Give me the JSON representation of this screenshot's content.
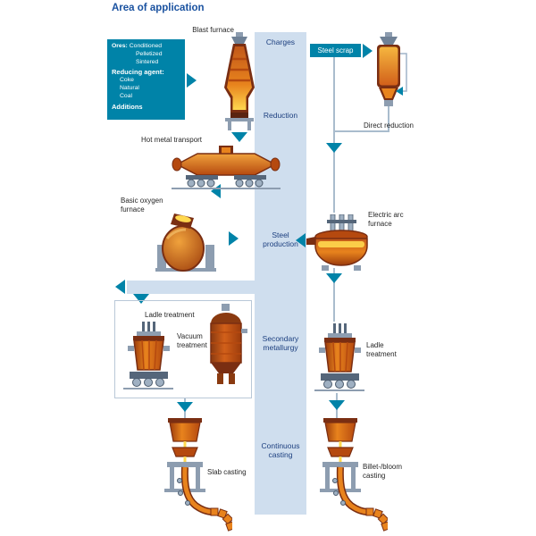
{
  "title": "Area of application",
  "colors": {
    "accent_blue": "#1a52a0",
    "stage_text": "#1c3f7f",
    "teal": "#0083a8",
    "band_blue": "#cfdeee",
    "furnace_orange": "#e8831d",
    "furnace_dark": "#7a2e12",
    "melt_yellow": "#ffd84f",
    "steel_grey": "#8d9db0"
  },
  "stages": {
    "charges": "Charges",
    "reduction": "Reduction",
    "steel_production": "Steel production",
    "secondary_metallurgy": "Secondary metallurgy",
    "continuous_casting": "Continuous casting"
  },
  "inputs_box": {
    "ores_label": "Ores:",
    "ores": [
      "Conditioned",
      "Pelletized",
      "Sintered"
    ],
    "reducing_label": "Reducing agent:",
    "reducing_agents": [
      "Coke",
      "Natural",
      "Coal"
    ],
    "additions_label": "Additions"
  },
  "equipment": {
    "blast_furnace": "Blast furnace",
    "steel_scrap": "Steel scrap",
    "direct_reduction": "Direct reduction",
    "hot_metal_transport": "Hot metal transport",
    "basic_oxygen_furnace": "Basic oxygen furnace",
    "electric_arc_furnace": "Electric arc furnace",
    "ladle_treatment_left": "Ladle treatment",
    "vacuum_treatment": "Vacuum treatment",
    "ladle_treatment_right": "Ladle treatment",
    "slab_casting": "Slab casting",
    "billet_bloom_casting": "Billet-/bloom casting"
  }
}
